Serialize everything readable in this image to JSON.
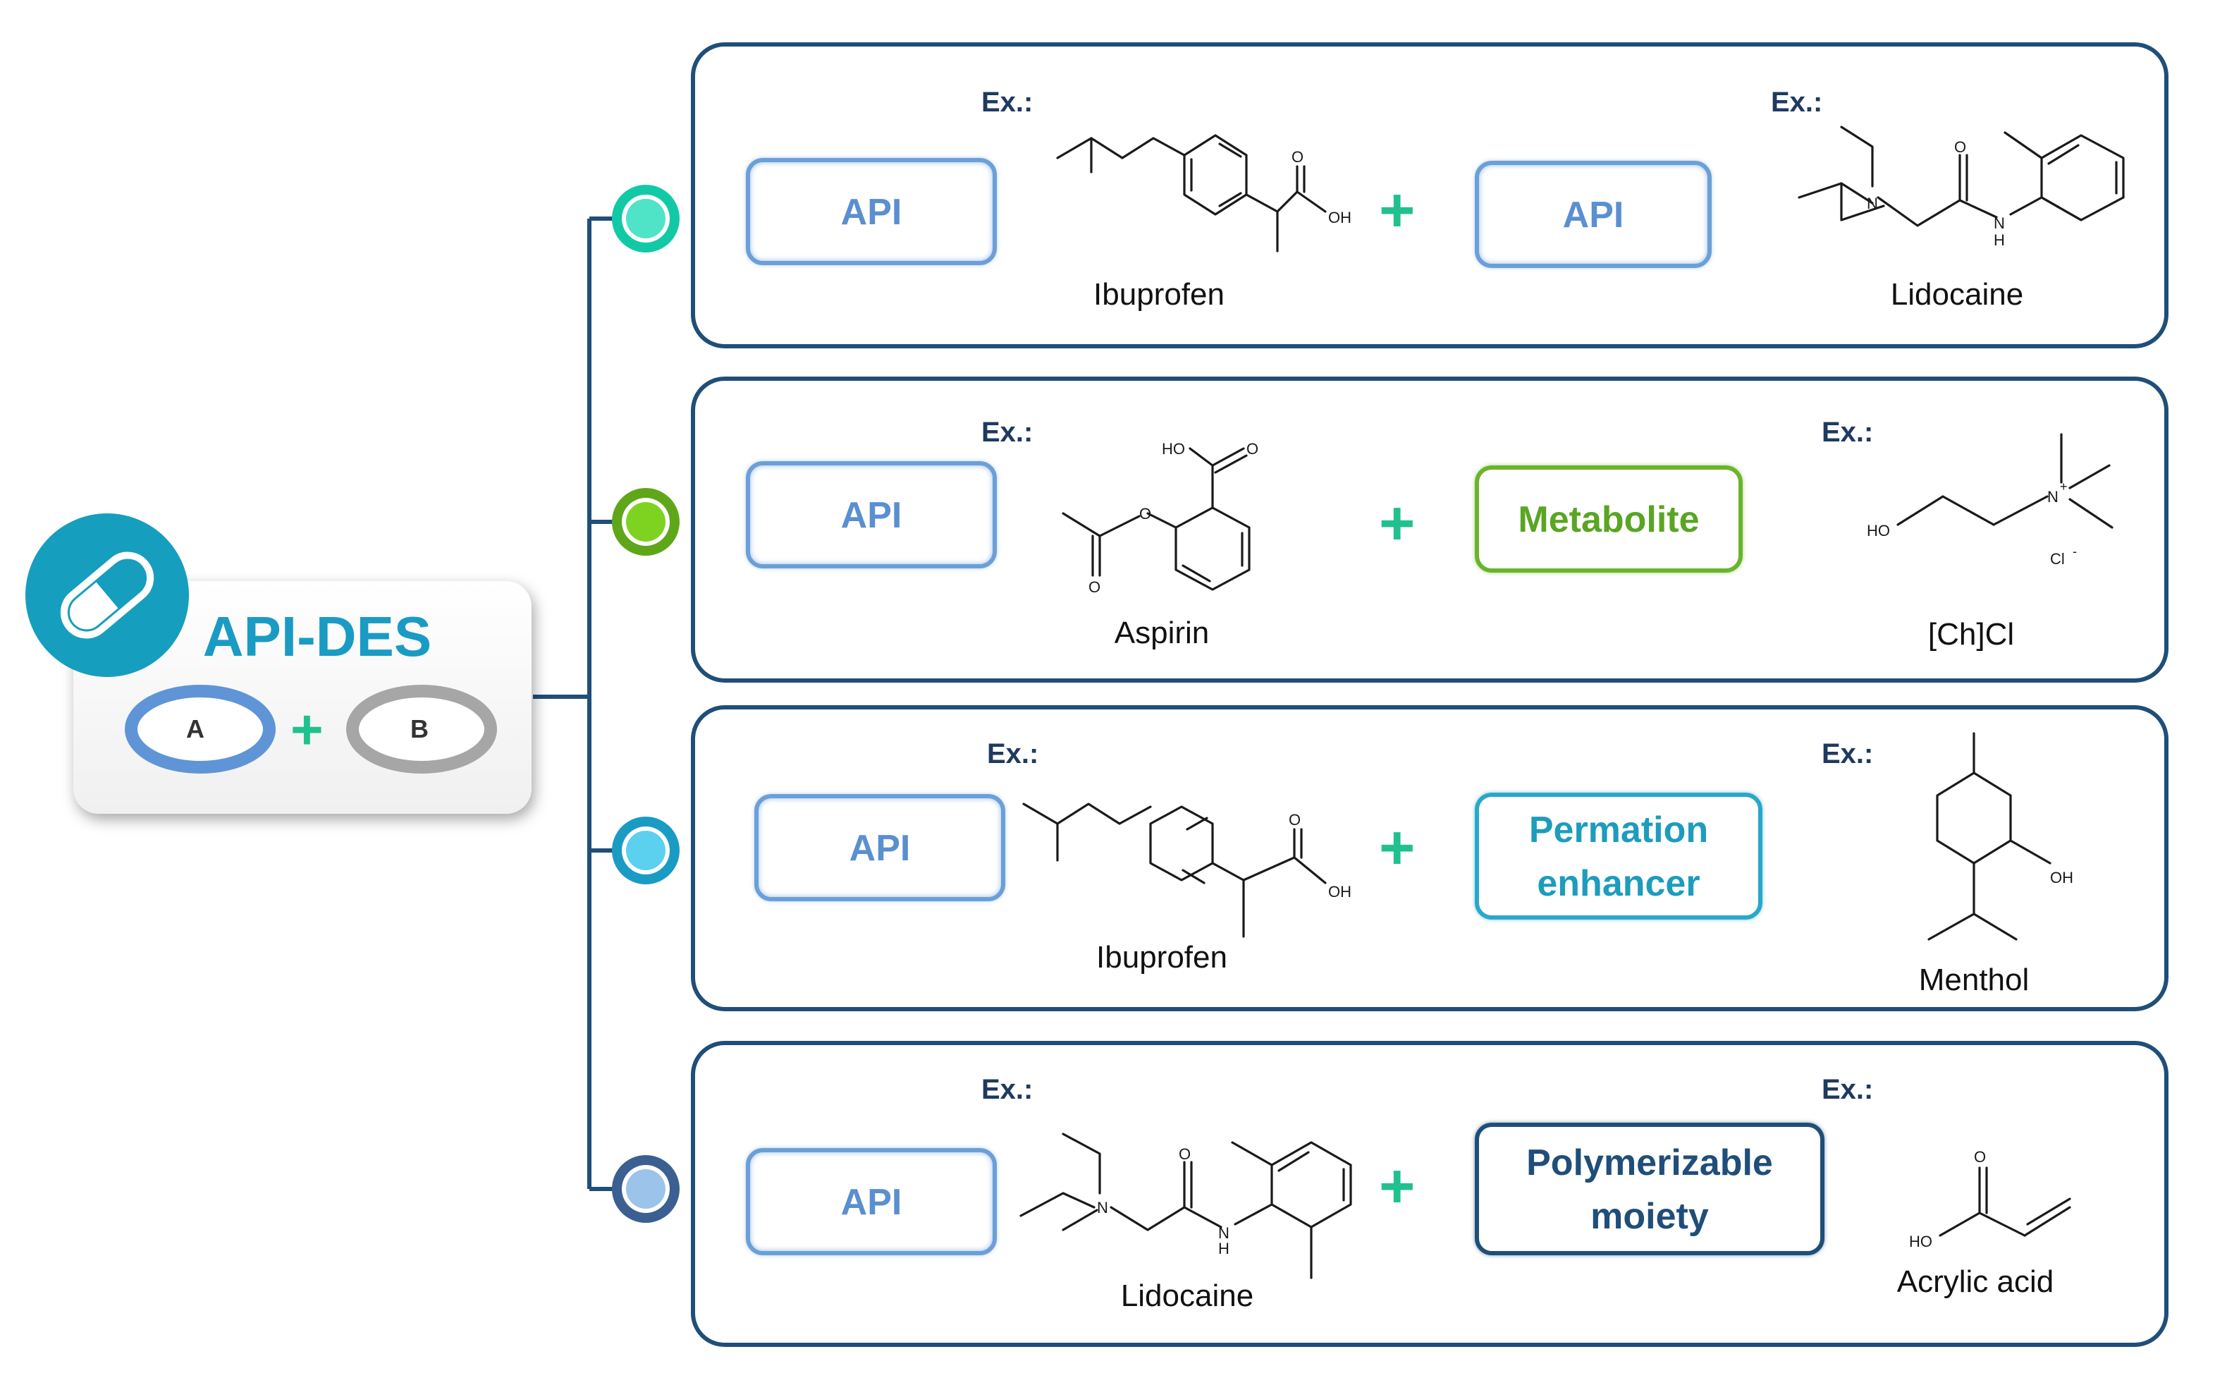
{
  "main": {
    "title": "API-DES",
    "component_a": "A",
    "component_b": "B",
    "plus": "+"
  },
  "rows": [
    {
      "ex_left": "Ex.:",
      "left_label": "API",
      "left_molecule": "Ibuprofen",
      "ex_right": "Ex.:",
      "right_label": "API",
      "right_molecule": "Lidocaine",
      "marker_color": "#4fe3c8"
    },
    {
      "ex_left": "Ex.:",
      "left_label": "API",
      "left_molecule": "Aspirin",
      "ex_right": "Ex.:",
      "right_label": "Metabolite",
      "right_molecule": "[Ch]Cl",
      "marker_color": "#7ed321"
    },
    {
      "ex_left": "Ex.:",
      "left_label": "API",
      "left_molecule": "Ibuprofen",
      "ex_right": "Ex.:",
      "right_label": "Permation\nenhancer",
      "right_molecule": "Menthol",
      "marker_color": "#5cd0ef"
    },
    {
      "ex_left": "Ex.:",
      "left_label": "API",
      "left_molecule": "Lidocaine",
      "ex_right": "Ex.:",
      "right_label": "Polymerizable\nmoiety",
      "right_molecule": "Acrylic acid",
      "marker_color": "#9cc3ea"
    }
  ],
  "atoms": {
    "oh": "OH",
    "o": "O",
    "ho": "HO",
    "n": "N",
    "h": "H",
    "n_plus": "N",
    "plus_sup": "+",
    "cl_minus": "Cl",
    "minus_sup": "-"
  },
  "colors": {
    "navy": "#1f4e79",
    "api_blue": "#6b9fd8",
    "metabolite_green": "#6ab42d",
    "enhancer_cyan": "#2aa8c9",
    "plus_green": "#21c08f",
    "title_teal": "#1a9bc4"
  },
  "icons": {
    "hub": "capsule-icon"
  }
}
